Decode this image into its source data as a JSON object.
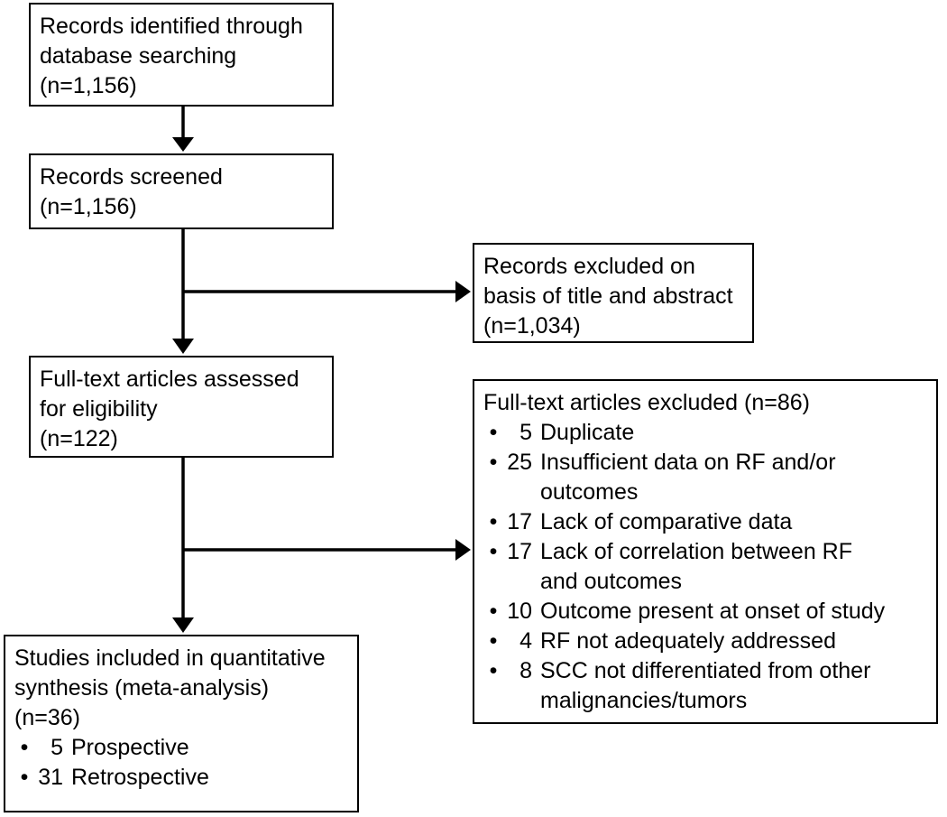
{
  "identified": {
    "lines": [
      "Records identified through",
      "database searching",
      "(n=1,156)"
    ]
  },
  "screened": {
    "lines": [
      "Records screened",
      "(n=1,156)"
    ]
  },
  "excluded_title": {
    "lines": [
      "Records excluded on",
      "basis of title and abstract",
      "(n=1,034)"
    ]
  },
  "fulltext": {
    "lines": [
      "Full-text articles assessed",
      "for eligibility",
      "(n=122)"
    ]
  },
  "fulltext_excluded": {
    "header": "Full-text articles excluded (n=86)",
    "items": [
      {
        "count": "5",
        "lines": [
          "Duplicate"
        ]
      },
      {
        "count": "25",
        "lines": [
          "Insufficient data on RF and/or",
          "outcomes"
        ]
      },
      {
        "count": "17",
        "lines": [
          "Lack of comparative data"
        ]
      },
      {
        "count": "17",
        "lines": [
          "Lack of correlation between RF",
          "and outcomes"
        ]
      },
      {
        "count": "10",
        "lines": [
          "Outcome present at onset of study"
        ]
      },
      {
        "count": "4",
        "lines": [
          "RF not adequately addressed"
        ]
      },
      {
        "count": "8",
        "lines": [
          "SCC not differentiated from other",
          "malignancies/tumors"
        ]
      }
    ]
  },
  "included": {
    "lines": [
      "Studies included in quantitative",
      "synthesis (meta-analysis)",
      "(n=36)"
    ],
    "items": [
      {
        "count": "5",
        "label": "Prospective"
      },
      {
        "count": "31",
        "label": "Retrospective"
      }
    ]
  }
}
